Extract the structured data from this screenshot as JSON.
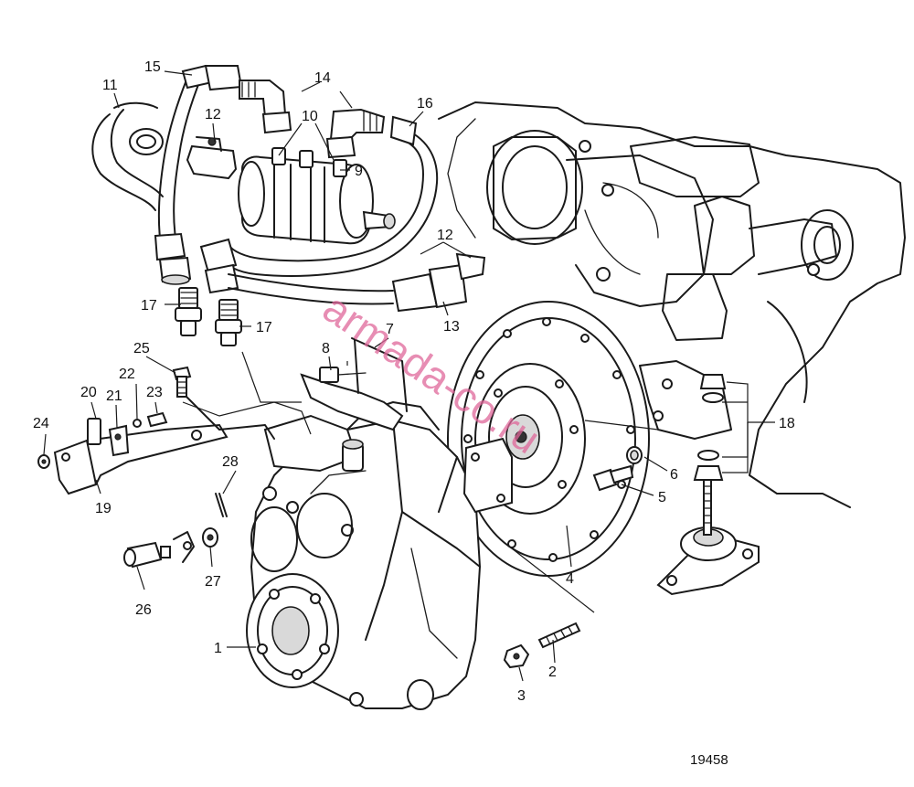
{
  "watermark": "armada-co.ru",
  "drawing_number": "19458",
  "callouts": [
    {
      "id": "c1",
      "label": "1"
    },
    {
      "id": "c2",
      "label": "2"
    },
    {
      "id": "c3",
      "label": "3"
    },
    {
      "id": "c4",
      "label": "4"
    },
    {
      "id": "c5",
      "label": "5"
    },
    {
      "id": "c6",
      "label": "6"
    },
    {
      "id": "c7",
      "label": "7"
    },
    {
      "id": "c8",
      "label": "8"
    },
    {
      "id": "c9",
      "label": "9"
    },
    {
      "id": "c10",
      "label": "10"
    },
    {
      "id": "c11",
      "label": "11"
    },
    {
      "id": "c12a",
      "label": "12"
    },
    {
      "id": "c12b",
      "label": "12"
    },
    {
      "id": "c13",
      "label": "13"
    },
    {
      "id": "c14",
      "label": "14"
    },
    {
      "id": "c15",
      "label": "15"
    },
    {
      "id": "c16",
      "label": "16"
    },
    {
      "id": "c17a",
      "label": "17"
    },
    {
      "id": "c17b",
      "label": "17"
    },
    {
      "id": "c18",
      "label": "18"
    },
    {
      "id": "c19",
      "label": "19"
    },
    {
      "id": "c20",
      "label": "20"
    },
    {
      "id": "c21",
      "label": "21"
    },
    {
      "id": "c22",
      "label": "22"
    },
    {
      "id": "c23",
      "label": "23"
    },
    {
      "id": "c24",
      "label": "24"
    },
    {
      "id": "c25",
      "label": "25"
    },
    {
      "id": "c26",
      "label": "26"
    },
    {
      "id": "c27",
      "label": "27"
    },
    {
      "id": "c28",
      "label": "28"
    }
  ]
}
